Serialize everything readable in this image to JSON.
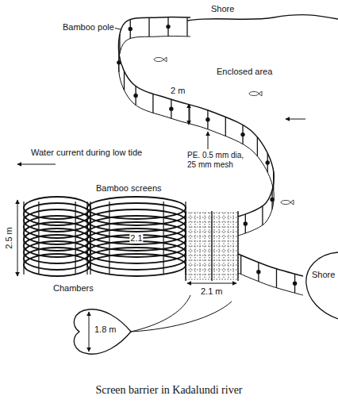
{
  "diagram": {
    "caption": "Screen barrier in Kadalundi river",
    "labels": [
      "Shore",
      "Bamboo pole",
      "Enclosed area",
      "2 m",
      "PE. 0.5 mm dia, 25 mm mesh",
      "Water current during low tide",
      "Bamboo screens",
      "2.5 m",
      "2.1",
      "Chambers",
      "2.1 m",
      "Shore",
      "1.8 m"
    ]
  }
}
